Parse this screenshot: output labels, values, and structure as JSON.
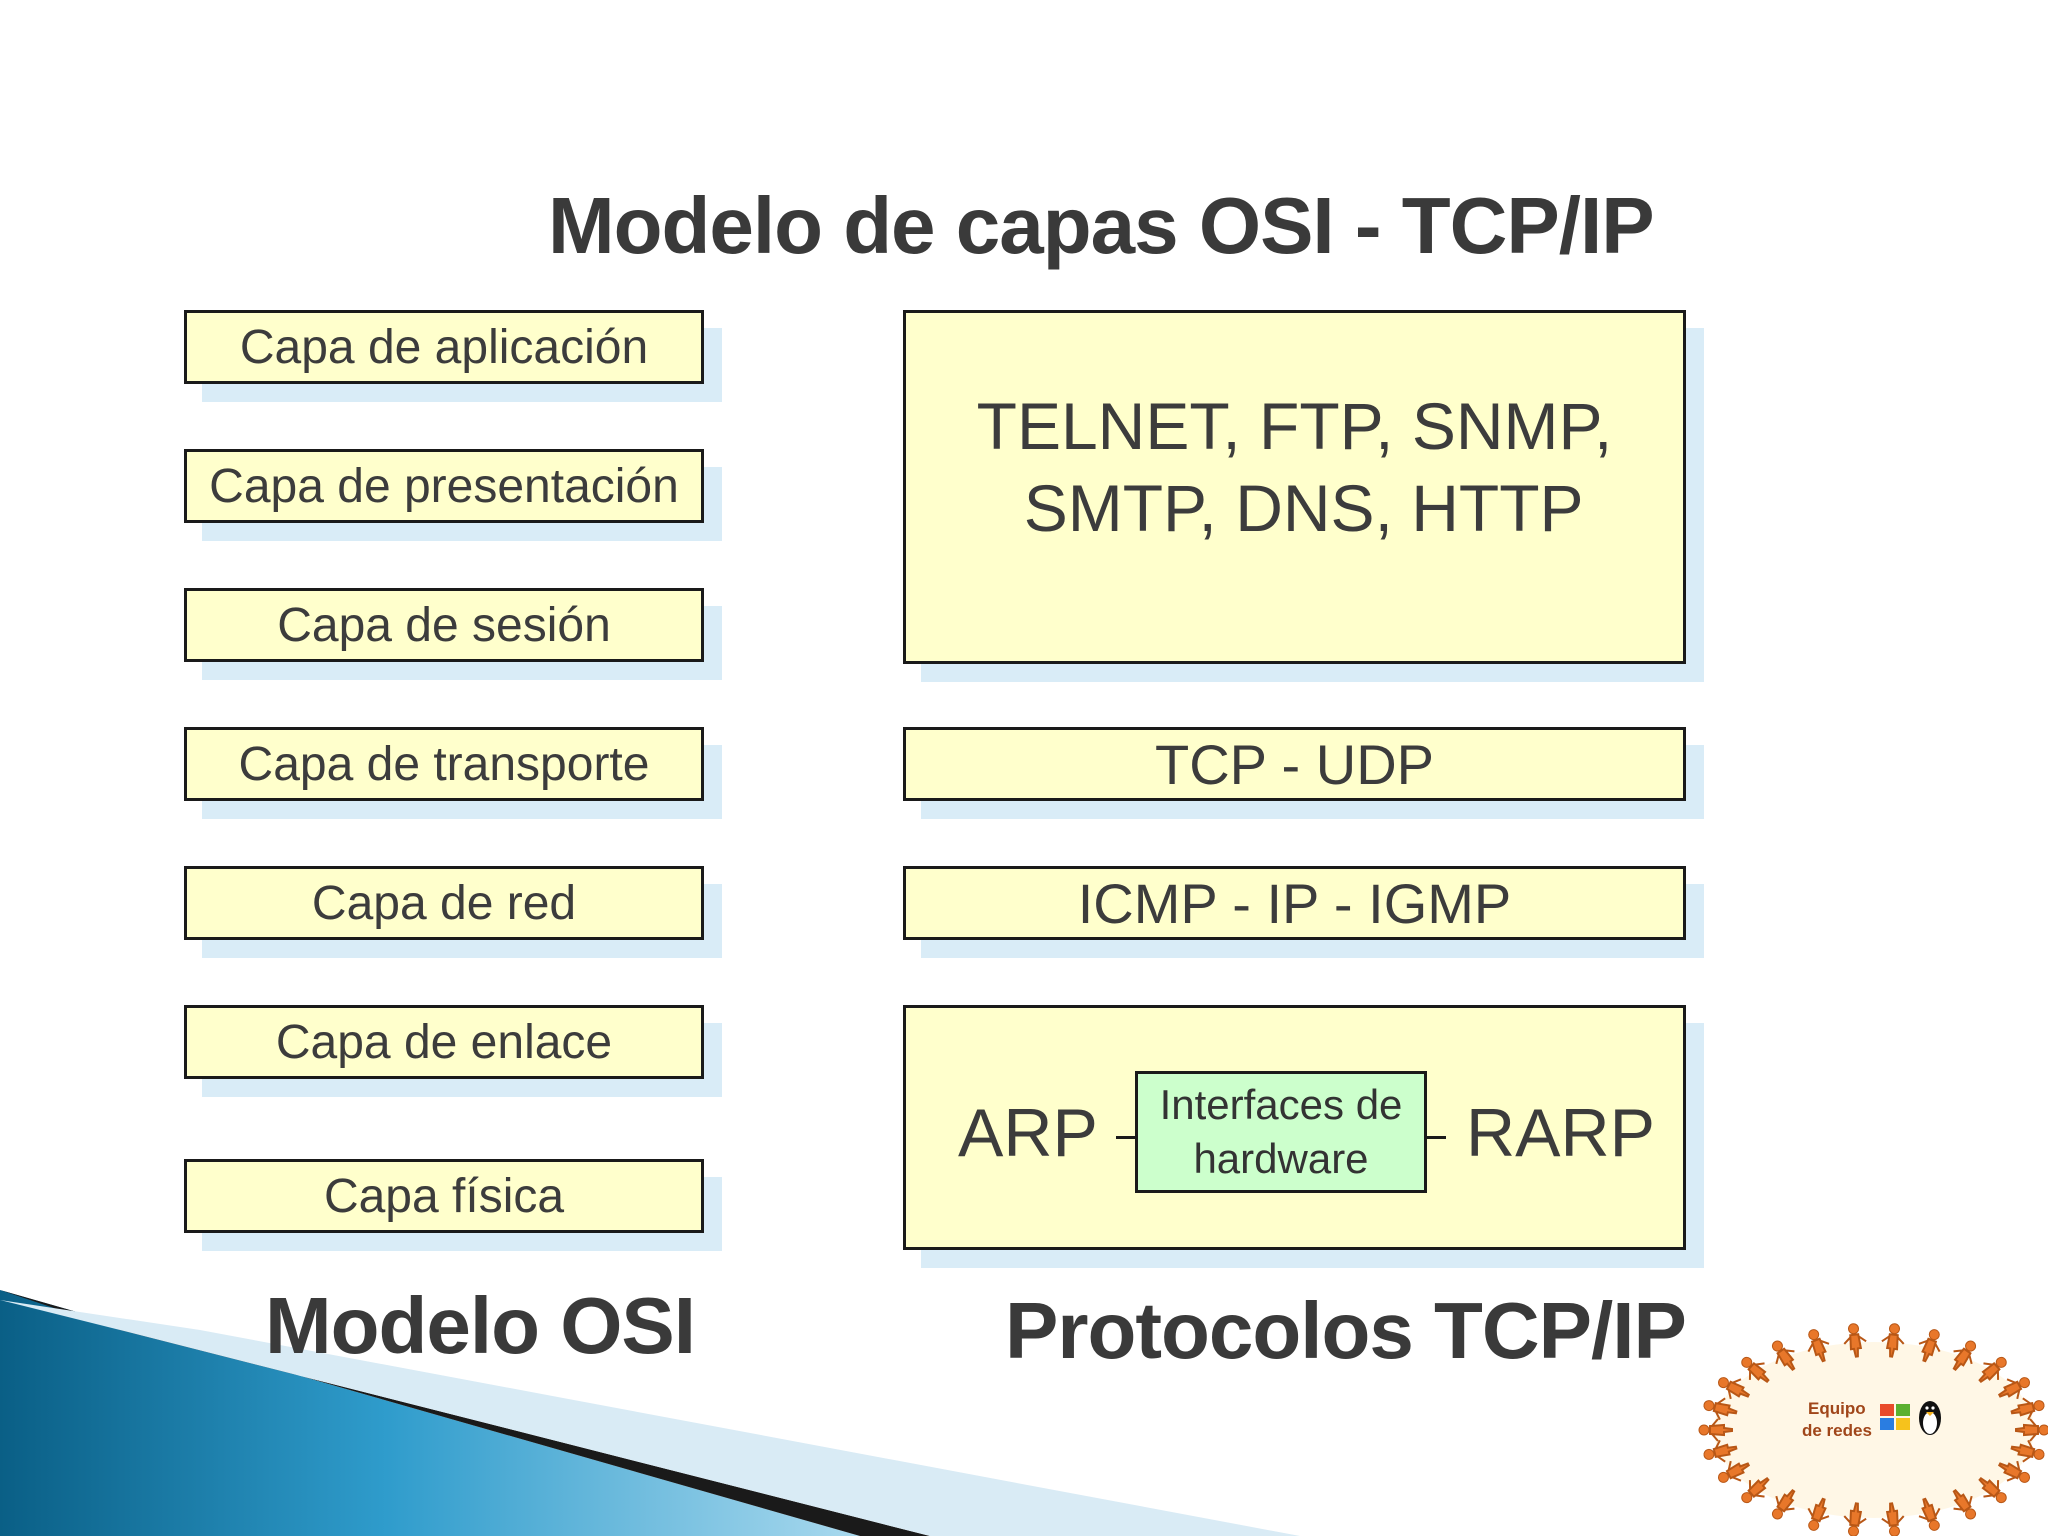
{
  "title": "Modelo de capas OSI - TCP/IP",
  "osi_layers": [
    "Capa de aplicación",
    "Capa de presentación",
    "Capa de sesión",
    "Capa de transporte",
    "Capa de red",
    "Capa de enlace",
    "Capa física"
  ],
  "tcp_layers": {
    "application": "TELNET, FTP, SNMP,\n SMTP, DNS, HTTP",
    "transport": "TCP - UDP",
    "internet": "ICMP - IP - IGMP",
    "network_left": "ARP",
    "network_right": "RARP",
    "hardware": "Interfaces de hardware"
  },
  "labels": {
    "osi": "Modelo OSI",
    "tcp": "Protocolos TCP/IP"
  },
  "logo_text": "Equipo de redes",
  "colors": {
    "box_fill": "#ffffcc",
    "hardware_fill": "#ccffcc",
    "shadow": "#d9ecf7",
    "accent_blue": "#1f7fae"
  }
}
